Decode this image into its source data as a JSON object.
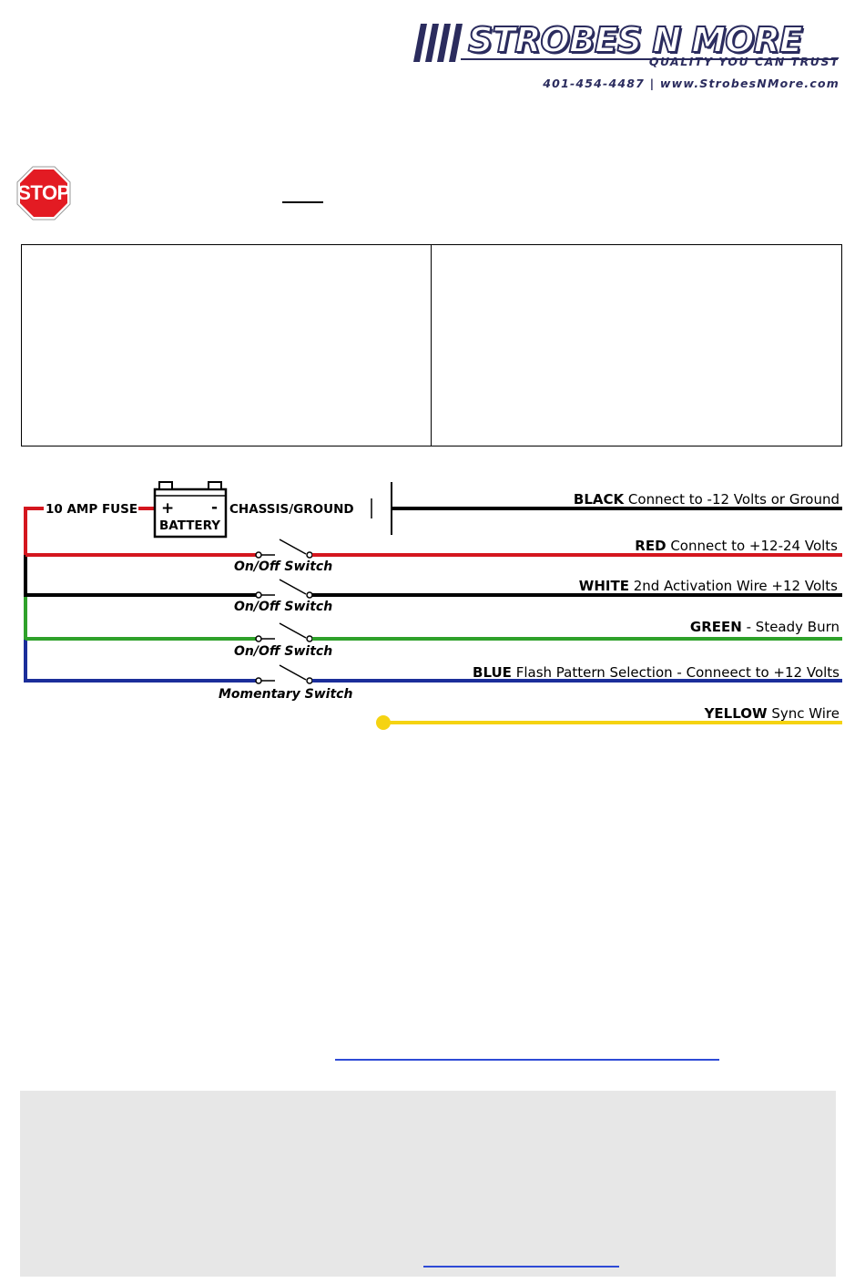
{
  "logo": {
    "brand": "STROBES N MORE",
    "tagline": "QUALITY YOU CAN TRUST",
    "contact": "401-454-4487 | www.StrobesNMore.com",
    "colors": {
      "navy": "#2b2c5e"
    }
  },
  "stop_sign": {
    "text": "STOP",
    "color": "#e31b23"
  },
  "diagram": {
    "fuse_label": "10 AMP FUSE",
    "battery_label": "BATTERY",
    "battery_plus": "+",
    "battery_minus": "-",
    "ground_label": "CHASSIS/GROUND",
    "wires": [
      {
        "color_name": "BLACK",
        "desc": " Connect to -12 Volts or Ground",
        "hex": "#000000"
      },
      {
        "color_name": "RED",
        "desc": " Connect to +12-24 Volts",
        "hex": "#d4161e",
        "switch": "On/Off Switch"
      },
      {
        "color_name": "WHITE",
        "desc": " 2nd Activation Wire +12 Volts",
        "hex": "#000000",
        "switch": "On/Off Switch"
      },
      {
        "color_name": "GREEN",
        "desc": " - Steady Burn",
        "hex": "#2ea12a",
        "switch": "On/Off Switch"
      },
      {
        "color_name": "BLUE",
        "desc": " Flash Pattern Selection - Conneect to +12 Volts",
        "hex": "#1b2e9a",
        "switch": "Momentary Switch"
      },
      {
        "color_name": "YELLOW",
        "desc": " Sync Wire",
        "hex": "#f5d312"
      }
    ]
  },
  "link_color": "#2e4bd6",
  "footer_bg": "#e7e7e7"
}
